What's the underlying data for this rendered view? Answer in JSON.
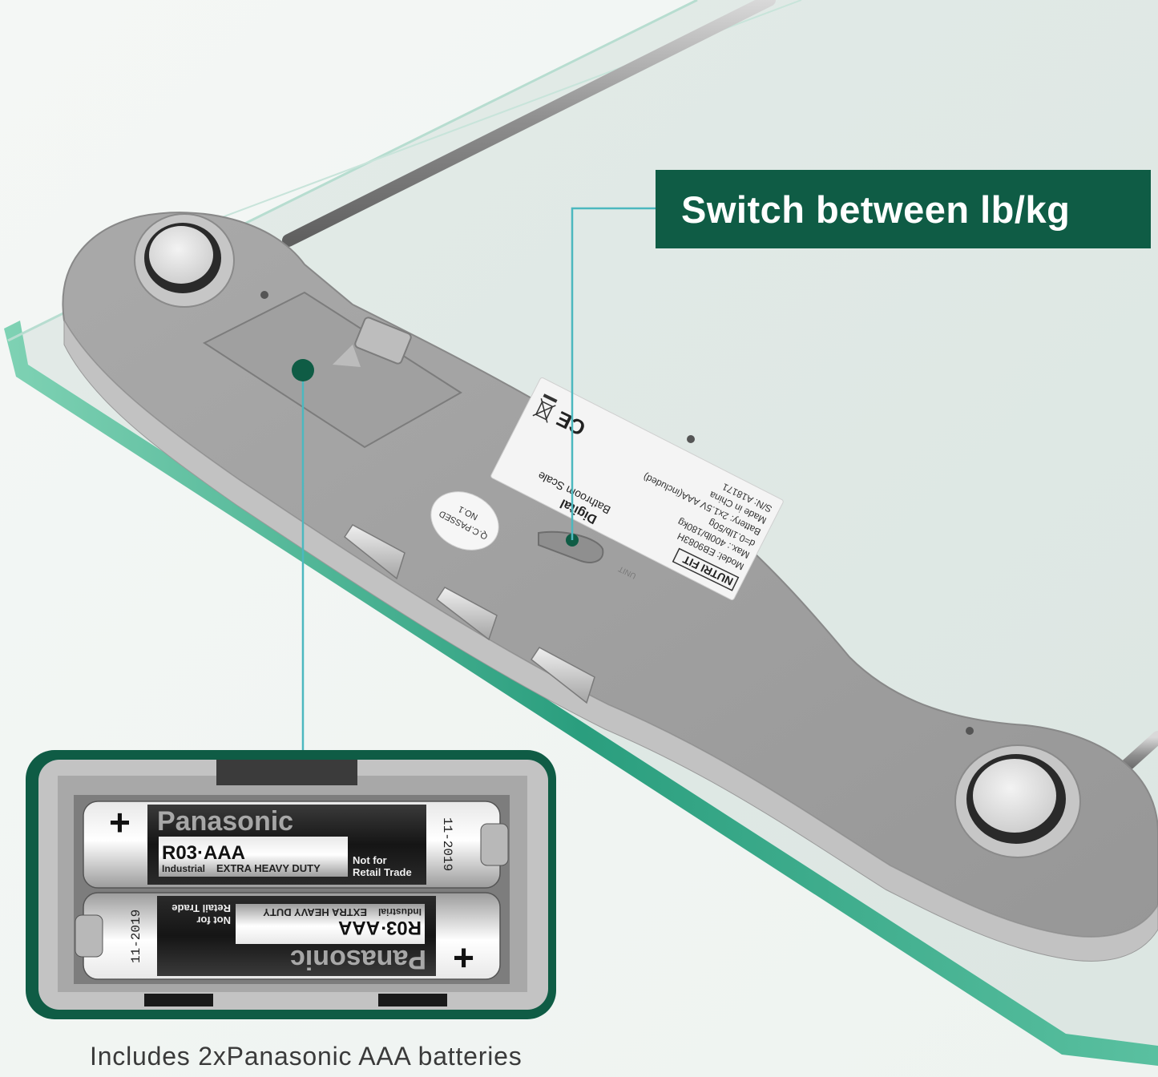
{
  "callout": {
    "text": "Switch between lb/kg"
  },
  "caption": {
    "text": "Includes 2xPanasonic AAA batteries"
  },
  "label_sticker": {
    "brand": "NUTRI FIT",
    "model": "Model: EB9083H",
    "max": "Max.: 400lb/180kg",
    "division": "d=0.1lb/50g",
    "battery": "Battery: 2x1.5V AAA(included)",
    "origin": "Made in China",
    "serial": "S/N: A18171",
    "ce_mark": "CE"
  },
  "product_label": {
    "line1": "Digital",
    "line2": "Bathroom Scale"
  },
  "qc_sticker": {
    "line1": "Q.C.PASSED",
    "line2": "NO.1"
  },
  "unit_switch_label": "UNIT",
  "batteries": {
    "brand": "Panasonic",
    "type": "R03·AAA",
    "grade": "Industrial",
    "duty": "EXTRA HEAVY DUTY",
    "notice1": "Not for",
    "notice2": "Retail Trade",
    "date": "11-2019",
    "plus": "+"
  },
  "colors": {
    "accent_green": "#0f5c45",
    "connector_teal": "#4cb8bf",
    "glass_edge": "#2a9e7e",
    "scale_body": "#9b9b9b"
  }
}
